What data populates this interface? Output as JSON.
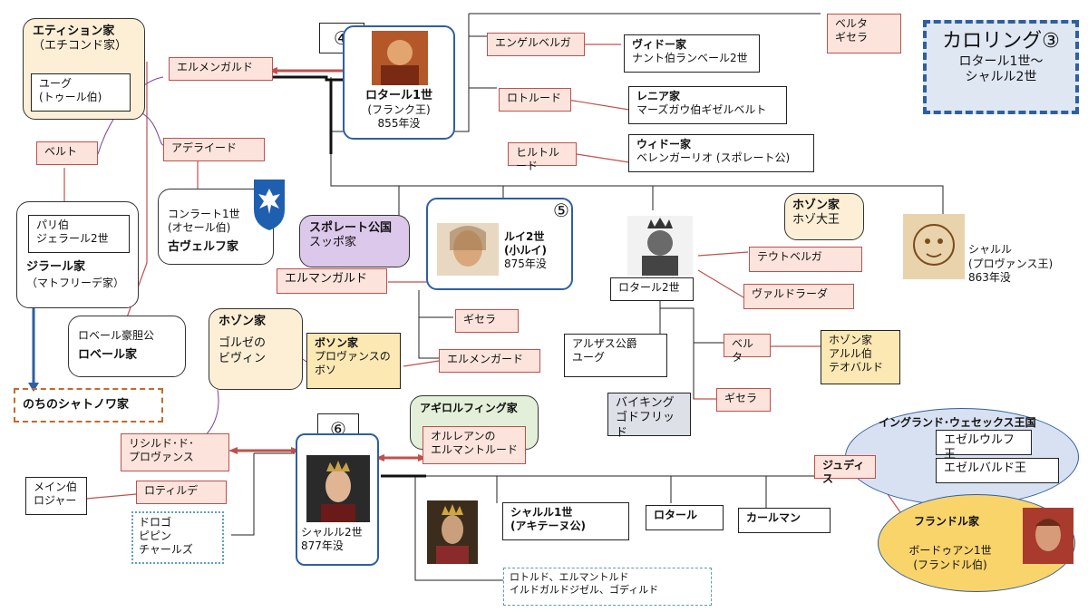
{
  "title_box": {
    "title": "カロリング③",
    "line1": "ロタール1世～",
    "line2": "シャルル2世"
  },
  "etichon": {
    "house": "エティション家",
    "reading": "（エチコンド家）",
    "hugo_l1": "ユーグ",
    "hugo_l2": "(トゥール伯)"
  },
  "ermengard": "エルメンガルド",
  "adelaide": "アデライード",
  "bertha_paris": "ベルト",
  "girard": {
    "l1": "パリ伯",
    "l2": "ジェラール2世",
    "house": "ジラール家",
    "reading": "（マトフリーデ家）"
  },
  "conrad": {
    "l1": "コンラート1世",
    "l2": "(オセール伯)",
    "house": "古ヴェルフ家"
  },
  "robert": {
    "l1": "ロベール豪胆公",
    "house": "ロベール家"
  },
  "chatillon": "のちのシャトノワ家",
  "lothar1": {
    "num": "④",
    "name": "ロタール1世",
    "title": "(フランク王)",
    "death": "855年没"
  },
  "engelberga": "エンゲルベルガ",
  "guido": {
    "house": "ヴィドー家",
    "person": "ナント伯ランベール2世"
  },
  "rotrude": "ロトルード",
  "reginar": {
    "house": "レニア家",
    "person": "マーズガウ伯ギゼルベルト"
  },
  "hiltrude": "ヒルトルード",
  "widonen": {
    "house": "ウィドー家",
    "person": "ベレンガーリオ (スポレート公)"
  },
  "bertha_gisela": {
    "l1": "ベルタ",
    "l2": "ギセラ"
  },
  "spoleto": {
    "l1": "スポレート公国",
    "l2": "スッポ家"
  },
  "ermengard2": "エルマンガルド",
  "louis2": {
    "num": "⑤",
    "name1": "ルイ2世",
    "name2": "(小ルイ)",
    "death": "875年没"
  },
  "gisela1": "ギセラ",
  "lothar2": "ロタール2世",
  "boso_top": {
    "l1": "ホゾン家",
    "l2": "ホゾ大王"
  },
  "teutberga": "テウトベルガ",
  "waldrada": "ヴァルドラーダ",
  "charles_prov": {
    "l1": "シャルル",
    "l2": "(プロヴァンス王)",
    "l3": "863年没"
  },
  "boso_mid": {
    "house": "ホゾン家",
    "l1": "ゴルゼの",
    "l2": "ビヴィン"
  },
  "boso_prov": {
    "house": "ボソン家",
    "l1": "プロヴァンスの",
    "l2": "ボソ"
  },
  "ermengard3": "エルメンガード",
  "alsace": {
    "l1": "アルザス公爵",
    "l2": "ユーグ"
  },
  "bertha2": "ベルタ",
  "boso_arles": {
    "l1": "ホゾン家",
    "l2": "アルル伯",
    "l3": "テオバルド"
  },
  "viking": {
    "l1": "バイキング",
    "l2": "ゴドフリッド"
  },
  "gisela2": "ギセラ",
  "agilolf": {
    "house": "アギロルフィング家",
    "l1": "オルレアンの",
    "l2": "エルマントルード"
  },
  "richilde": {
    "l1": "リシルド･ド･",
    "l2": "プロヴァンス"
  },
  "charles2": {
    "num": "⑥",
    "name": "シャルル2世",
    "death": "877年没"
  },
  "maine": {
    "l1": "メイン伯",
    "l2": "ロジャー"
  },
  "rotilde": "ロティルデ",
  "drogo": {
    "l1": "ドロゴ",
    "l2": "ピピン",
    "l3": "チャールズ"
  },
  "charles_aq": {
    "l1": "シャルル1世",
    "l2": "(アキテーヌ公)"
  },
  "lothar_s": "ロタール",
  "carloman": "カールマン",
  "daughters": {
    "l1": "ロトルド、エルマントルド",
    "l2": "イルドガルドジゼル、ゴディルド"
  },
  "wessex": {
    "title": "イングランド･ウェセックス王国",
    "k1": "エゼルウルフ王",
    "k2": "エゼルバルド王"
  },
  "judith": "ジュディス",
  "flanders": {
    "house": "フランドル家",
    "l1": "ボードゥアン1世",
    "l2": "(フランドル伯)"
  },
  "colors": {
    "pink_fill": "#fce4dc",
    "pink_border": "#c0504d",
    "accent": "#2e5fa3",
    "callout_fill": "#fcefd6",
    "purple": "#dcc8ea",
    "gold": "#fbe8b3"
  }
}
